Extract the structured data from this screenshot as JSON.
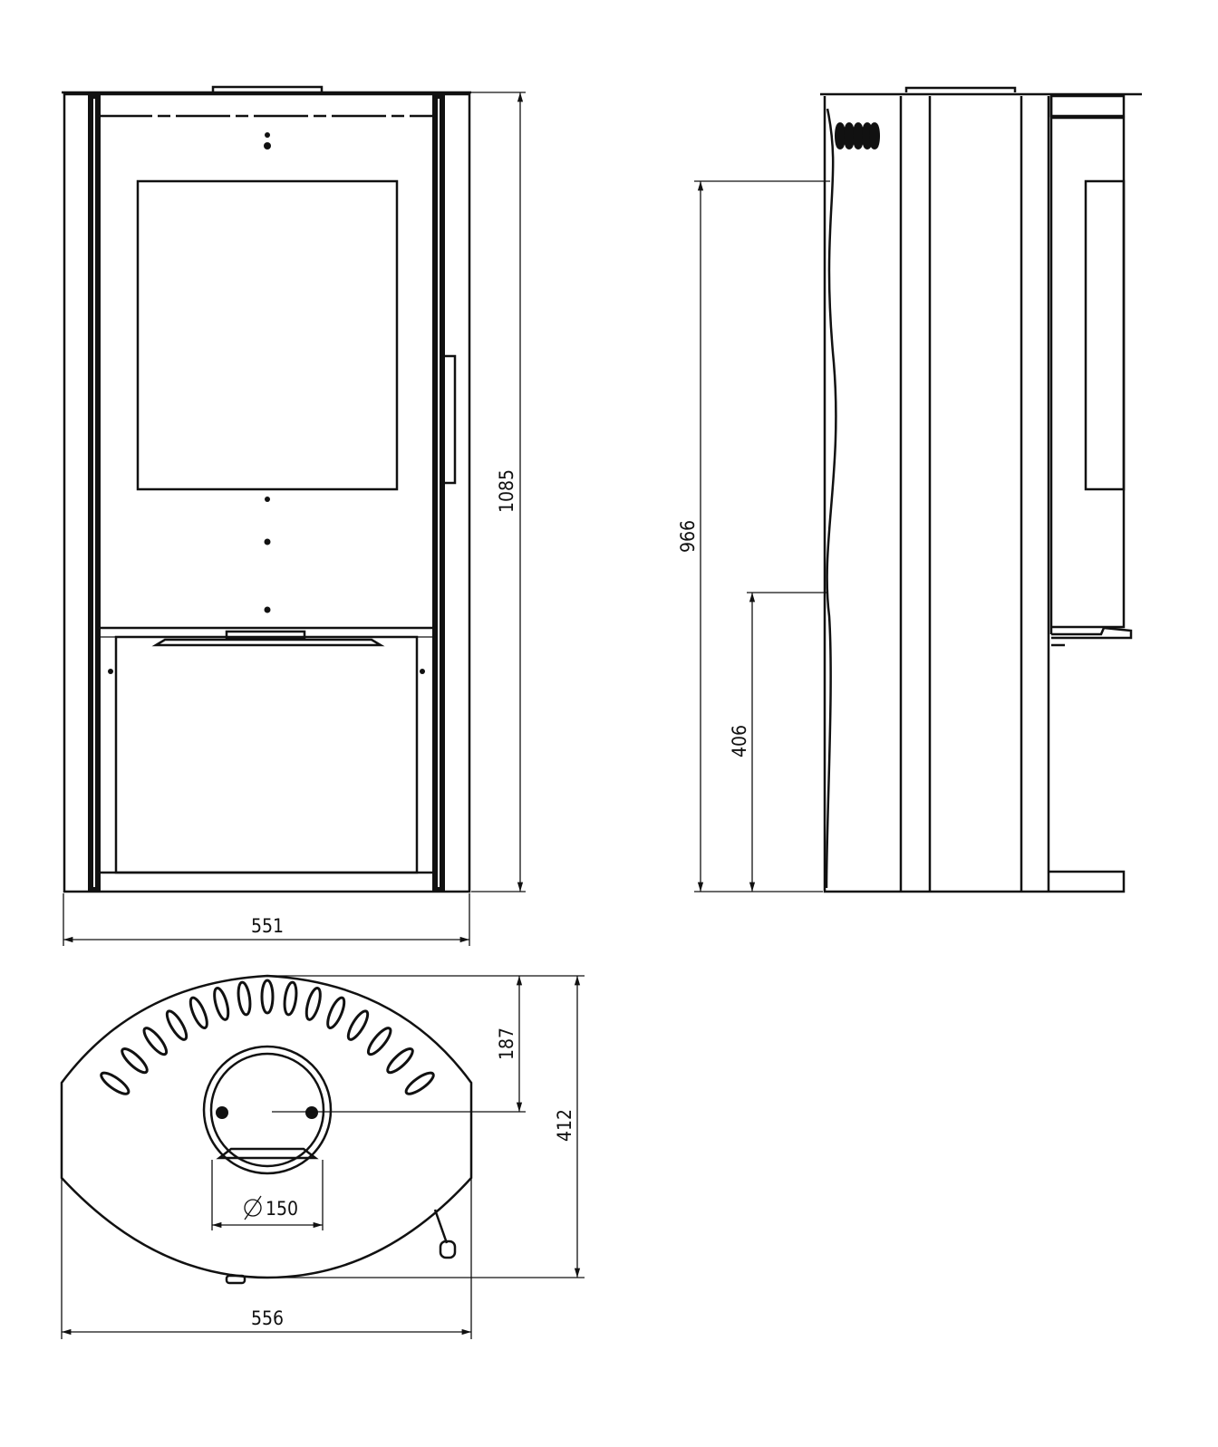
{
  "dimensions": {
    "front_width": "551",
    "total_height": "1085",
    "flue_height": "966",
    "air_inlet_height": "406",
    "flue_offset": "187",
    "depth": "412",
    "top_width": "556",
    "flue_diameter": "150"
  },
  "colors": {
    "line": "#111111",
    "background": "#ffffff"
  }
}
